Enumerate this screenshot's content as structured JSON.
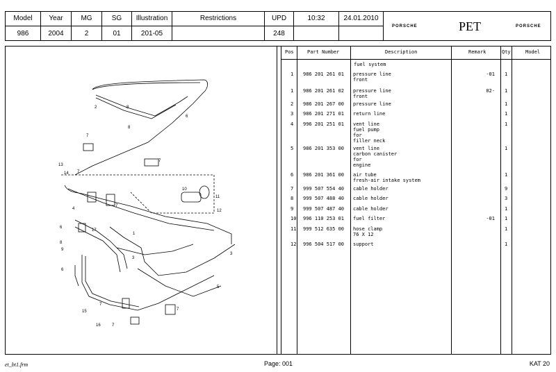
{
  "header": {
    "model_label": "Model",
    "model": "986",
    "year_label": "Year",
    "year": "2004",
    "mg_label": "MG",
    "mg": "2",
    "sg_label": "SG",
    "sg": "01",
    "illustration_label": "Illustration",
    "illustration": "201-05",
    "restrictions_label": "Restrictions",
    "restrictions": "",
    "upd_label": "UPD",
    "upd": "248",
    "time": "10:32",
    "date": "24.01.2010",
    "brand_left": "PORSCHE",
    "brand_center": "PET",
    "brand_right": "PORSCHE"
  },
  "parts_table": {
    "columns": [
      "Pos",
      "Part Number",
      "Description",
      "Remark",
      "Qty",
      "Model"
    ],
    "group_title": "fuel system",
    "rows": [
      {
        "pos": "1",
        "part": "986 201 261 01",
        "desc": [
          "pressure line",
          "front"
        ],
        "remark": "-01",
        "qty": "1"
      },
      {
        "pos": "1",
        "part": "986 201 261 02",
        "desc": [
          "pressure line",
          "front"
        ],
        "remark": "02-",
        "qty": "1"
      },
      {
        "pos": "2",
        "part": "986 201 267 00",
        "desc": [
          "pressure line"
        ],
        "remark": "",
        "qty": "1"
      },
      {
        "pos": "3",
        "part": "986 201 271 01",
        "desc": [
          "return line"
        ],
        "remark": "",
        "qty": "1"
      },
      {
        "pos": "4",
        "part": "996 201 251 01",
        "desc": [
          "vent line",
          "fuel pump",
          "for",
          "filler neck"
        ],
        "remark": "",
        "qty": "1"
      },
      {
        "pos": "5",
        "part": "986 201 353 00",
        "desc": [
          "vent line",
          "carbon canister",
          "for",
          "engine"
        ],
        "remark": "",
        "qty": "1"
      },
      {
        "pos": "6",
        "part": "986 201 361 00",
        "desc": [
          "air tube",
          "fresh-air intake system"
        ],
        "remark": "",
        "qty": "1"
      },
      {
        "pos": "7",
        "part": "999 507 554 40",
        "desc": [
          "cable holder"
        ],
        "remark": "",
        "qty": "9"
      },
      {
        "pos": "8",
        "part": "999 507 488 40",
        "desc": [
          "cable holder"
        ],
        "remark": "",
        "qty": "3"
      },
      {
        "pos": "9",
        "part": "999 507 487 40",
        "desc": [
          "cable holder"
        ],
        "remark": "",
        "qty": "1"
      },
      {
        "pos": "10",
        "part": "996 110 253 01",
        "desc": [
          "fuel filter"
        ],
        "remark": "-01",
        "qty": "1"
      },
      {
        "pos": "11",
        "part": "999 512 635 00",
        "desc": [
          "hose clamp",
          "76 X 12"
        ],
        "remark": "",
        "qty": "1"
      },
      {
        "pos": "12",
        "part": "996 504 517 00",
        "desc": [
          "support"
        ],
        "remark": "",
        "qty": "1"
      }
    ]
  },
  "diagram_labels": [
    "2",
    "8",
    "6",
    "7",
    "8",
    "7",
    "13",
    "14",
    "7",
    "4",
    "7",
    "10",
    "11",
    "12",
    "6",
    "17",
    "1",
    "8",
    "9",
    "3",
    "3",
    "5",
    "6",
    "7",
    "15",
    "16",
    "7",
    "7"
  ],
  "footer": {
    "file": "et_bt1.frm",
    "page": "Page: 001",
    "kat": "KAT 20"
  }
}
